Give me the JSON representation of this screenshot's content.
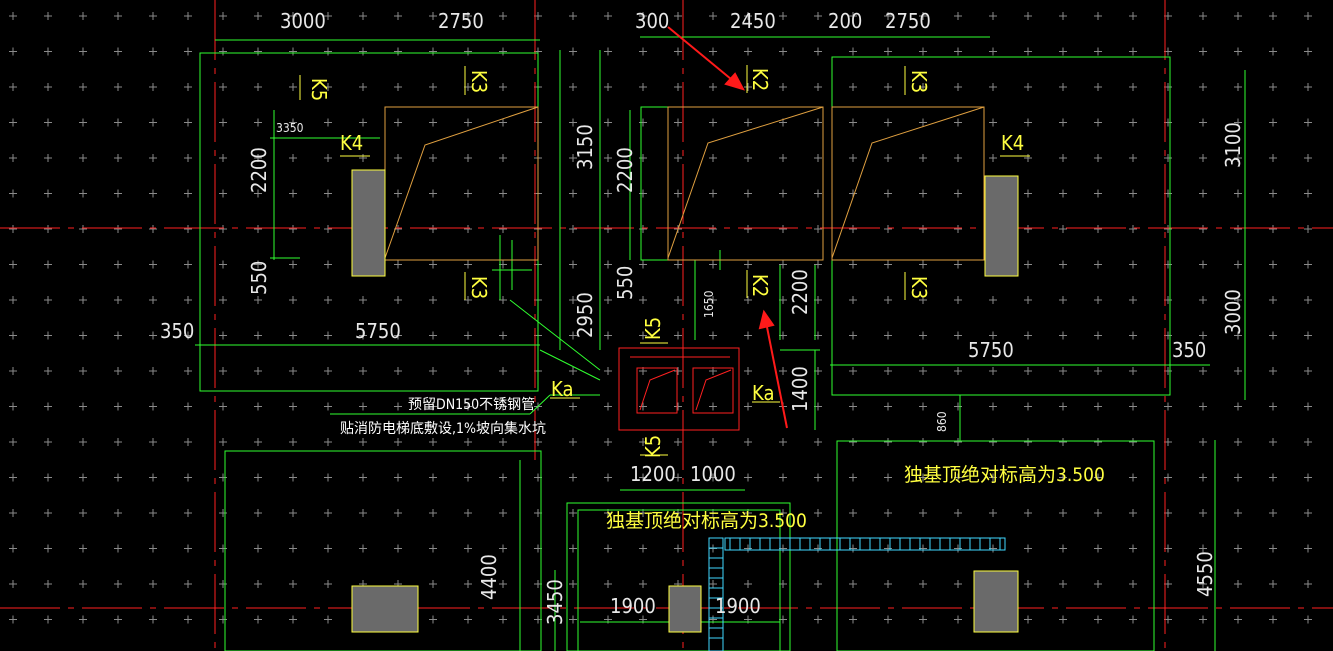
{
  "dims": {
    "top": [
      "3000",
      "2750",
      "300",
      "2450",
      "200",
      "2750"
    ],
    "left_3350": "3350",
    "v_2200_left": "2200",
    "v_550_left": "550",
    "v_3150": "3150",
    "v_2200_mid": "2200",
    "v_550_mid": "550",
    "v_2950": "2950",
    "v_1650": "1650",
    "v_2200_right": "2200",
    "v_1400": "1400",
    "v_3100": "3100",
    "v_3000": "3000",
    "h_350_left": "350",
    "h_5750_left": "5750",
    "h_5750_right": "5750",
    "h_350_right": "350",
    "v_860": "860",
    "h_1200": "1200",
    "h_1000": "1000",
    "v_4400": "4400",
    "v_3450": "3450",
    "h_1900_a": "1900",
    "h_1900_b": "1900",
    "v_4550": "4550"
  },
  "labels": {
    "k5_top": "K5",
    "k3_top_left": "K3",
    "k4_left": "K4",
    "k3_bottom_left": "K3",
    "k2_top": "K2",
    "k3_top_right": "K3",
    "k4_right": "K4",
    "k2_bottom": "K2",
    "k3_bottom_right": "K3",
    "k5_mid": "K5",
    "k5_low": "K5",
    "ka_left": "Ka",
    "ka_right": "Ka"
  },
  "notes": {
    "pipe_note": "预留DN150不锈钢管",
    "pipe_note2": "贴消防电梯底敷设,1%坡向集水坑",
    "elev_note_right": "独基顶绝对标高为3.500",
    "elev_note_center": "独基顶绝对标高为3.500"
  },
  "colors": {
    "background": "#000000",
    "grid_cross": "#8a8a8a",
    "axis_red": "#ff2020",
    "outline_green": "#30ff30",
    "label_yellow": "#ffff40",
    "dim_text": "#e8e8e8",
    "pit_orange": "#e0a040",
    "column_gray": "#6a6a6a",
    "arrow_red": "#ff1a1a",
    "rebar_cyan": "#40d8ff"
  }
}
